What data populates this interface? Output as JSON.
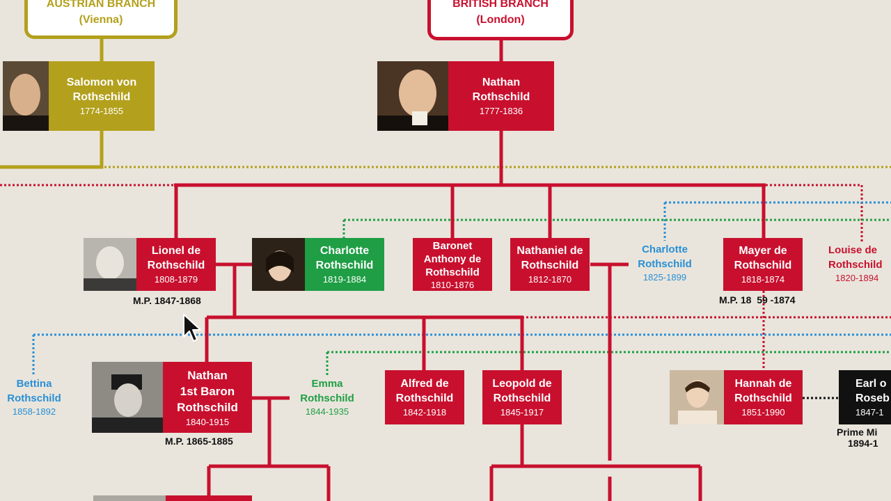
{
  "branches": {
    "austrian": {
      "line1": "AUSTRIAN BRANCH",
      "line2": "(Vienna)"
    },
    "british": {
      "line1": "BRITISH BRANCH",
      "line2": "(London)"
    }
  },
  "people": {
    "salomon": {
      "name1": "Salomon von",
      "name2": "Rothschild",
      "dates": "1774-1855"
    },
    "nathan": {
      "name1": "Nathan",
      "name2": "Rothschild",
      "dates": "1777-1836"
    },
    "lionel": {
      "name1": "Lionel de",
      "name2": "Rothschild",
      "dates": "1808-1879",
      "note": "M.P. 1847-1868"
    },
    "charlotte_g": {
      "name1": "Charlotte",
      "name2": "Rothschild",
      "dates": "1819-1884"
    },
    "anthony": {
      "name1": "Baronet",
      "name2": "Anthony de",
      "name3": "Rothschild",
      "dates": "1810-1876"
    },
    "nathaniel": {
      "name1": "Nathaniel de",
      "name2": "Rothschild",
      "dates": "1812-1870"
    },
    "charlotte_b": {
      "name1": "Charlotte",
      "name2": "Rothschild",
      "dates": "1825-1899"
    },
    "mayer": {
      "name1": "Mayer de",
      "name2": "Rothschild",
      "dates": "1818-1874",
      "note": "M.P. 18  59 -1874"
    },
    "louise": {
      "name1": "Louise de",
      "name2": "Rothschild",
      "dates": "1820-1894"
    },
    "bettina": {
      "name1": "Bettina",
      "name2": "Rothschild",
      "dates": "1858-1892"
    },
    "nathan1": {
      "name1": "Nathan",
      "name2": "1st Baron",
      "name3": "Rothschild",
      "dates": "1840-1915",
      "note": "M.P. 1865-1885"
    },
    "emma": {
      "name1": "Emma",
      "name2": "Rothschild",
      "dates": "1844-1935"
    },
    "alfred": {
      "name1": "Alfred de",
      "name2": "Rothschild",
      "dates": "1842-1918"
    },
    "leopold": {
      "name1": "Leopold de",
      "name2": "Rothschild",
      "dates": "1845-1917"
    },
    "hannah": {
      "name1": "Hannah de",
      "name2": "Rothschild",
      "dates": "1851-1990"
    },
    "earl": {
      "name1": "Earl o",
      "name2": "Roseb",
      "dates": "1847-1",
      "note1": "Prime Mi",
      "note2": "1894-1"
    }
  },
  "colors": {
    "red": "#c8102e",
    "green": "#1f9e45",
    "olive": "#b3a01c",
    "blue": "#2a8fd6",
    "black": "#111111"
  }
}
